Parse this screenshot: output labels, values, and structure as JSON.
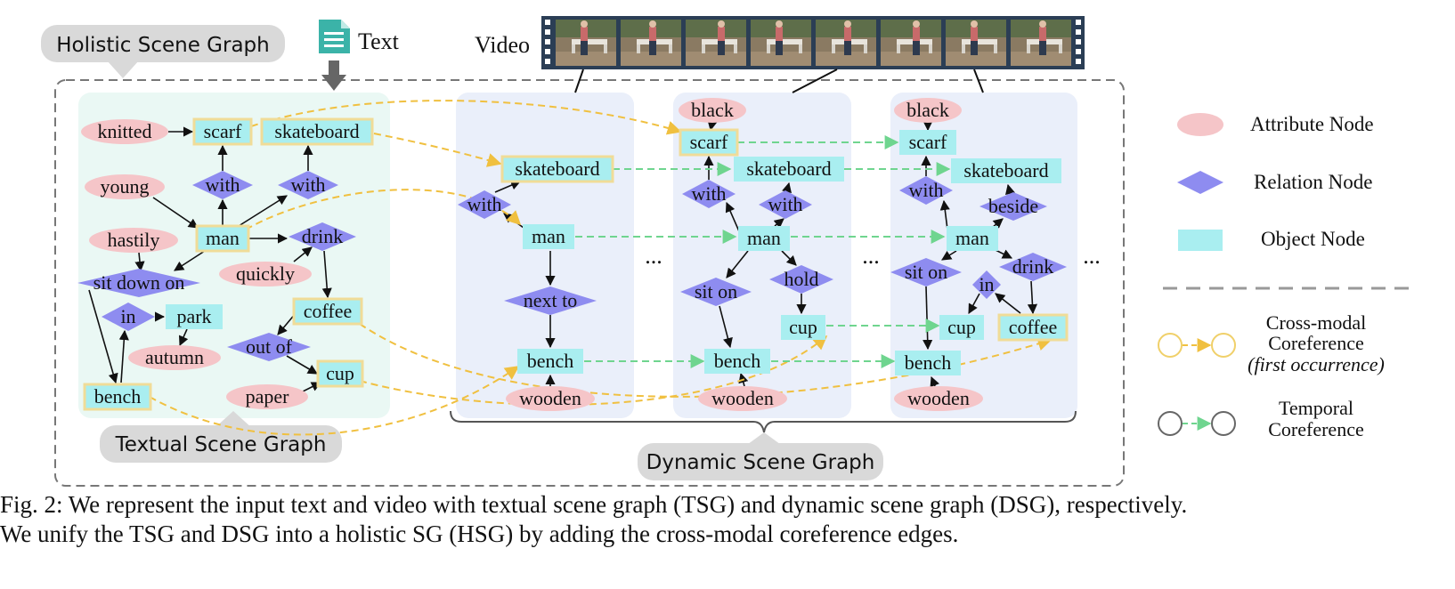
{
  "labels": {
    "hsg": "Holistic Scene Graph",
    "text": "Text",
    "video": "Video",
    "tsg": "Textual Scene Graph",
    "dsg": "Dynamic Scene Graph",
    "ellipsis": "..."
  },
  "tsg": {
    "knitted": "knitted",
    "scarf": "scarf",
    "skateboard": "skateboard",
    "young": "young",
    "with1": "with",
    "with2": "with",
    "hastily": "hastily",
    "man": "man",
    "drink": "drink",
    "quickly": "quickly",
    "sit_down_on": "sit down on",
    "coffee": "coffee",
    "in": "in",
    "park": "park",
    "autumn": "autumn",
    "out_of": "out of",
    "cup": "cup",
    "bench": "bench",
    "paper": "paper"
  },
  "dsg1": {
    "skateboard": "skateboard",
    "with": "with",
    "man": "man",
    "next_to": "next to",
    "bench": "bench",
    "wooden": "wooden"
  },
  "dsg2": {
    "black": "black",
    "scarf": "scarf",
    "skateboard": "skateboard",
    "with1": "with",
    "with2": "with",
    "man": "man",
    "sit_on": "sit on",
    "hold": "hold",
    "cup": "cup",
    "bench": "bench",
    "wooden": "wooden"
  },
  "dsg3": {
    "black": "black",
    "scarf": "scarf",
    "skateboard": "skateboard",
    "with": "with",
    "beside": "beside",
    "man": "man",
    "sit_on": "sit on",
    "drink": "drink",
    "in": "in",
    "cup": "cup",
    "coffee": "coffee",
    "bench": "bench",
    "wooden": "wooden"
  },
  "legend": {
    "attribute": "Attribute Node",
    "relation": "Relation Node",
    "object": "Object Node",
    "cross1": "Cross-modal",
    "cross2": "Coreference",
    "cross3": "(first occurrence)",
    "temp1": "Temporal",
    "temp2": "Coreference"
  },
  "caption": {
    "line1": "Fig. 2: We represent the input text and video with textual scene graph (TSG) and dynamic scene graph (DSG), respectively.",
    "line2": "We unify the TSG and DSG into a holistic SG (HSG) by adding the cross-modal coreference edges."
  },
  "colors": {
    "attribute": "#f5c5c8",
    "relation": "#8e8cf0",
    "object": "#a9eef0",
    "object_border": "#f0dc98",
    "cross_edge": "#f0c040",
    "temporal_edge": "#6fd58f",
    "tsg_panel": "#eaf8f4",
    "dsg_panel": "#eaeffa"
  }
}
